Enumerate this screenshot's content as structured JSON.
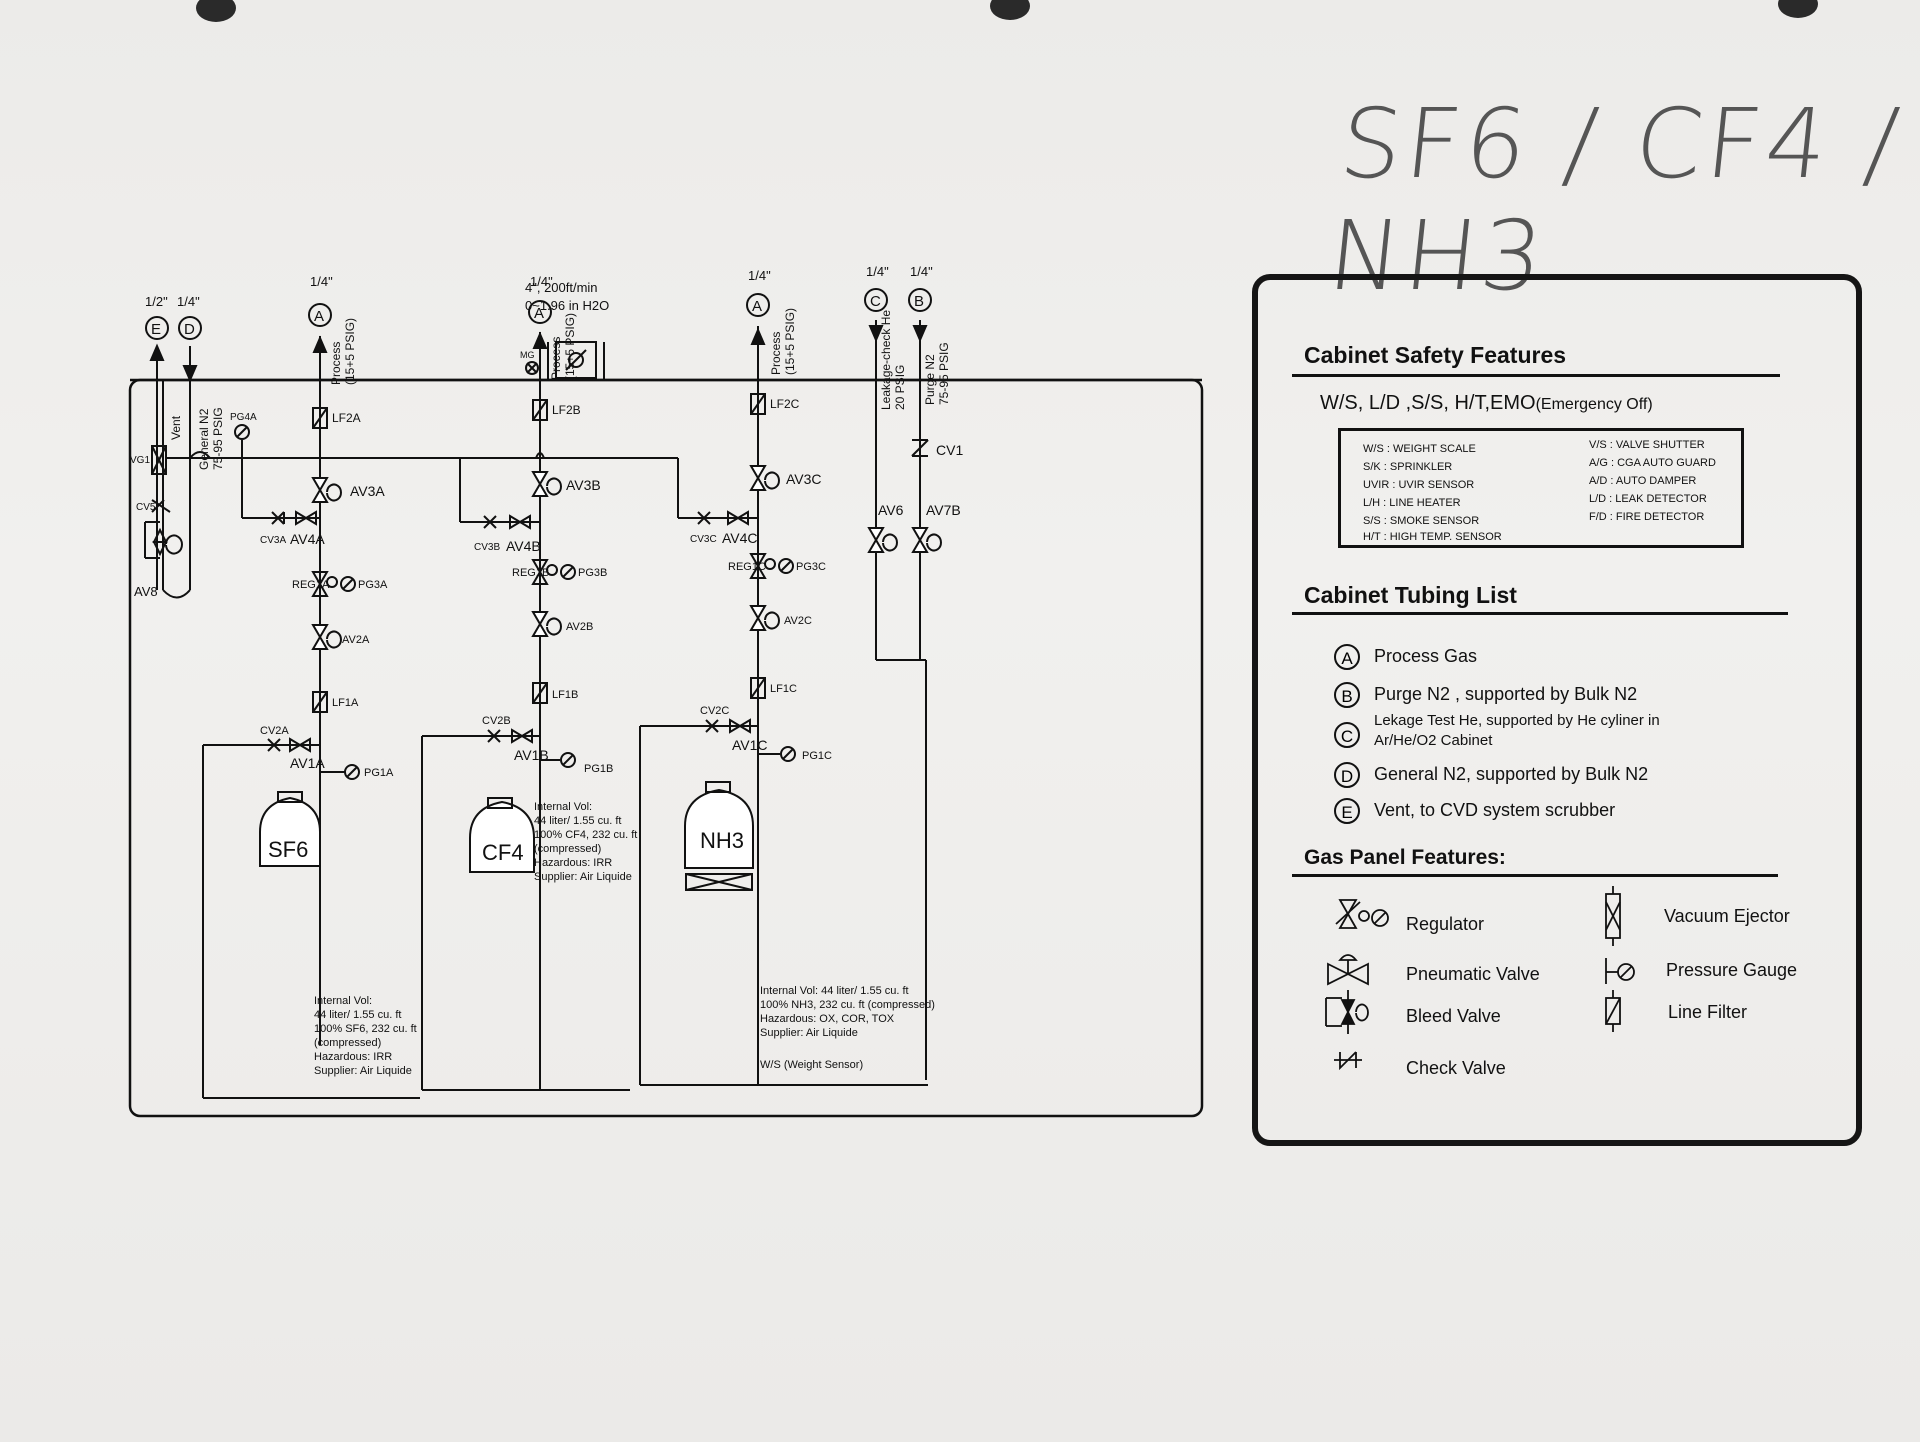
{
  "handwritten_title": "SF6 / CF4 / NH3",
  "ports": [
    {
      "size": "1/2\"",
      "letter": "E",
      "label": "Vent"
    },
    {
      "size": "1/4\"",
      "letter": "D",
      "label": "General N2",
      "pressure": "75-95 PSIG"
    },
    {
      "size": "1/4\"",
      "letter": "A",
      "label": "Process",
      "pressure": "(15+5 PSIG)"
    },
    {
      "size": "1/4\"",
      "letter": "A",
      "label": "Process",
      "pressure": "(15+5 PSIG)"
    },
    {
      "size": "1/4\"",
      "letter": "A",
      "label": "Process",
      "pressure": "(15+5 PSIG)"
    },
    {
      "size": "1/4\"",
      "letter": "C",
      "label": "Leakage-check He",
      "pressure": "20 PSIG"
    },
    {
      "size": "1/4\"",
      "letter": "B",
      "label": "Purge N2",
      "pressure": "75-95 PSIG"
    }
  ],
  "exhaust": {
    "spec_line1": "4\", 200ft/min",
    "spec_line2": "0~1.96 in H2O",
    "tag": "MG"
  },
  "components": {
    "vent": [
      "VG1",
      "CV5",
      "AV8",
      "PG4A"
    ],
    "line_a": [
      "LF2A",
      "AV3A",
      "CV3A",
      "AV4A",
      "REG1A",
      "PG3A",
      "AV2A",
      "LF1A",
      "CV2A",
      "AV1A",
      "PG1A"
    ],
    "line_b": [
      "LF2B",
      "AV3B",
      "CV3B",
      "AV4B",
      "REG1B",
      "PG3B",
      "AV2B",
      "LF1B",
      "CV2B",
      "AV1B",
      "PG1B"
    ],
    "line_c": [
      "LF2C",
      "AV3C",
      "CV3C",
      "AV4C",
      "REG1C",
      "PG3C",
      "AV2C",
      "LF1C",
      "CV2C",
      "AV1C",
      "PG1C"
    ],
    "purge": [
      "CV1",
      "AV6",
      "AV7B"
    ]
  },
  "cylinders": [
    {
      "name": "SF6",
      "info": [
        "Internal Vol:",
        "44 liter/ 1.55 cu. ft",
        "100% SF6, 232 cu. ft",
        "(compressed)",
        "Hazardous: IRR",
        "Supplier: Air Liquide"
      ]
    },
    {
      "name": "CF4",
      "info": [
        "Internal Vol:",
        "44 liter/ 1.55 cu. ft",
        "100% CF4, 232 cu. ft",
        "(compressed)",
        "Hazardous: IRR",
        "Supplier: Air Liquide"
      ]
    },
    {
      "name": "NH3",
      "info": [
        "Internal Vol: 44 liter/ 1.55 cu. ft",
        "100% NH3, 232 cu. ft (compressed)",
        "Hazardous: OX, COR, TOX",
        "Supplier: Air Liquide"
      ],
      "scale_label": "W/S (Weight Sensor)"
    }
  ],
  "legend": {
    "safety_title": "Cabinet Safety Features",
    "safety_line": "W/S, L/D ,S/S, H/T,EMO",
    "safety_line_small": "(Emergency Off)",
    "abbreviations_left": [
      "W/S : WEIGHT SCALE",
      "S/K : SPRINKLER",
      "UVIR : UVIR SENSOR",
      "L/H : LINE HEATER",
      "S/S : SMOKE SENSOR",
      "H/T : HIGH TEMP. SENSOR"
    ],
    "abbreviations_right": [
      "V/S : VALVE SHUTTER",
      "A/G : CGA AUTO GUARD",
      "A/D : AUTO DAMPER",
      "L/D : LEAK DETECTOR",
      "F/D : FIRE DETECTOR"
    ],
    "tubing_title": "Cabinet Tubing List",
    "tubing": [
      {
        "letter": "A",
        "text": "Process Gas"
      },
      {
        "letter": "B",
        "text": "Purge N2 , supported by Bulk N2"
      },
      {
        "letter": "C",
        "text": "Lekage Test He, supported by He cyliner in",
        "text2": "Ar/He/O2 Cabinet"
      },
      {
        "letter": "D",
        "text": "General N2, supported by Bulk N2"
      },
      {
        "letter": "E",
        "text": "Vent, to CVD system scrubber"
      }
    ],
    "panel_title": "Gas Panel Features:",
    "features": [
      "Regulator",
      "Vacuum Ejector",
      "Pneumatic Valve",
      "Pressure Gauge",
      "Bleed Valve",
      "Line Filter",
      "Check Valve"
    ]
  }
}
